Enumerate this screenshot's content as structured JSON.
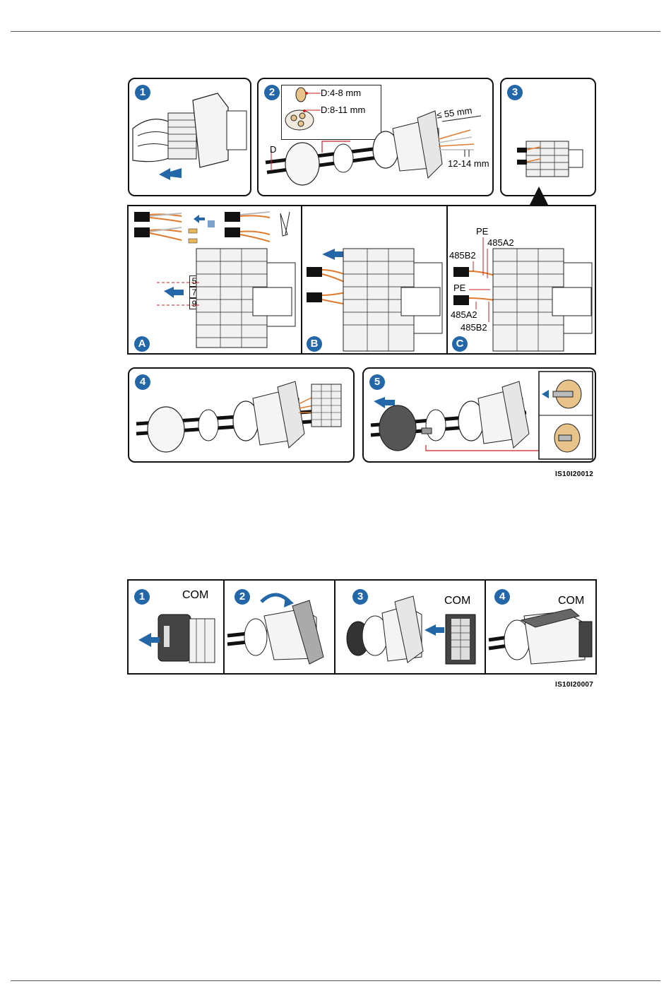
{
  "figure1": {
    "steps": {
      "s1": "1",
      "s2": "2",
      "s3": "3",
      "s4": "4",
      "s5": "5",
      "sA": "A",
      "sB": "B",
      "sC": "C"
    },
    "step2_labels": {
      "d_small": "D:4-8 mm",
      "d_large": "D:8-11 mm",
      "d": "D",
      "strip_length": "≤ 55 mm",
      "strip_end": "12-14 mm"
    },
    "stepA_pins": [
      "5",
      "7",
      "9"
    ],
    "stepC_labels": {
      "pe_top": "PE",
      "a2_top": "485A2",
      "b2_top": "485B2",
      "pe_mid": "PE",
      "a2_bottom": "485A2",
      "b2_bottom": "485B2"
    },
    "code": "IS10I20012"
  },
  "figure2": {
    "steps": {
      "s1": "1",
      "s2": "2",
      "s3": "3",
      "s4": "4"
    },
    "com_labels": [
      "COM",
      "COM",
      "COM"
    ],
    "code": "IS10I20007"
  },
  "colors": {
    "badge": "#2467a8",
    "arrow": "#2467a8",
    "wire_orange": "#e07a2c",
    "leader_red": "#cc2222",
    "connector_gray": "#d9d9d9",
    "seal_tan": "#e8c48a"
  }
}
